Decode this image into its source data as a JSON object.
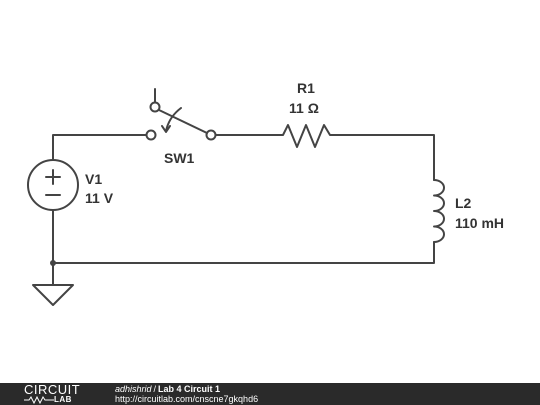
{
  "components": {
    "switch": {
      "name": "SW1"
    },
    "resistor": {
      "name": "R1",
      "value": "11 Ω"
    },
    "source": {
      "name": "V1",
      "value": "11 V"
    },
    "inductor": {
      "name": "L2",
      "value": "110 mH"
    }
  },
  "footer": {
    "logo_top": "CIRCUIT",
    "logo_bottom": "LAB",
    "author": "adhishrid",
    "separator": "/",
    "title": "Lab 4 Circuit 1",
    "url": "http://circuitlab.com/cnscne7gkqhd6"
  },
  "colors": {
    "wire": "#444444",
    "footer_bg": "#2a2a2a"
  }
}
